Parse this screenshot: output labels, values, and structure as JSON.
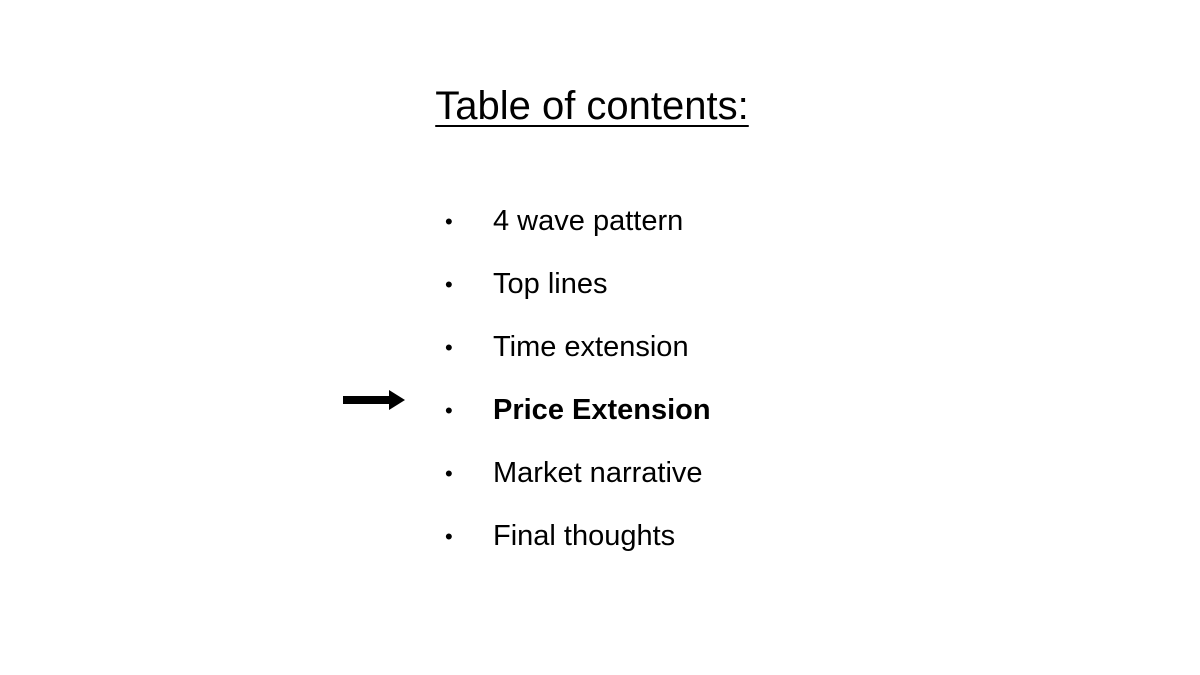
{
  "slide": {
    "title": "Table of contents:",
    "items": [
      {
        "label": "4 wave pattern",
        "current": false
      },
      {
        "label": "Top lines",
        "current": false
      },
      {
        "label": "Time extension",
        "current": false
      },
      {
        "label": "Price Extension",
        "current": true
      },
      {
        "label": "Market narrative",
        "current": false
      },
      {
        "label": "Final thoughts",
        "current": false
      }
    ],
    "bullet_glyph": "•",
    "indicator_icon": "right-arrow-icon"
  }
}
